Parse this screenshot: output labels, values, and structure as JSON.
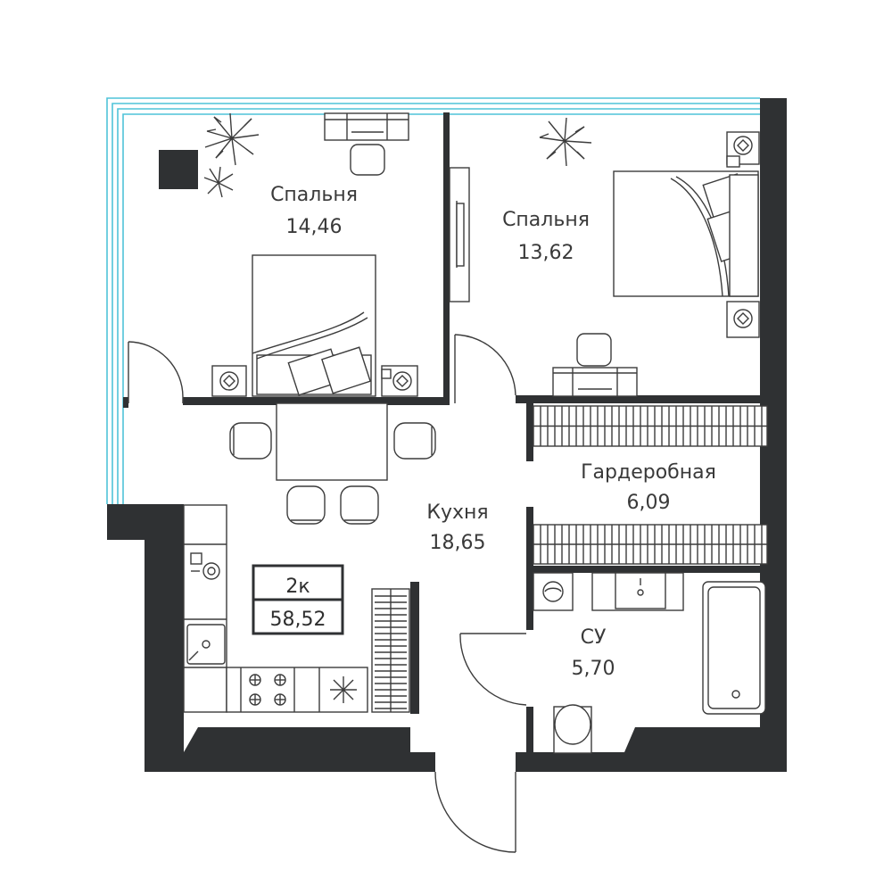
{
  "colors": {
    "wall": "#2f3133",
    "window_glass": "#4fc3d9",
    "line": "#3c3c3c",
    "background": "#ffffff"
  },
  "rooms": [
    {
      "name": "Спальня",
      "area": "14,46"
    },
    {
      "name": "Спальня",
      "area": "13,62"
    },
    {
      "name": "Гардеробная",
      "area": "6,09"
    },
    {
      "name": "Кухня",
      "area": "18,65"
    },
    {
      "name": "СУ",
      "area": "5,70"
    }
  ],
  "summary": {
    "type": "2к",
    "total_area": "58,52"
  },
  "icons": [
    "plant-icon",
    "bed-icon",
    "nightstand-icon",
    "desk-icon",
    "chair-icon",
    "dining-table-icon",
    "stove-icon",
    "sink-icon",
    "washing-machine-icon",
    "bathtub-icon",
    "toilet-icon",
    "tv-icon",
    "radiator-icon"
  ]
}
